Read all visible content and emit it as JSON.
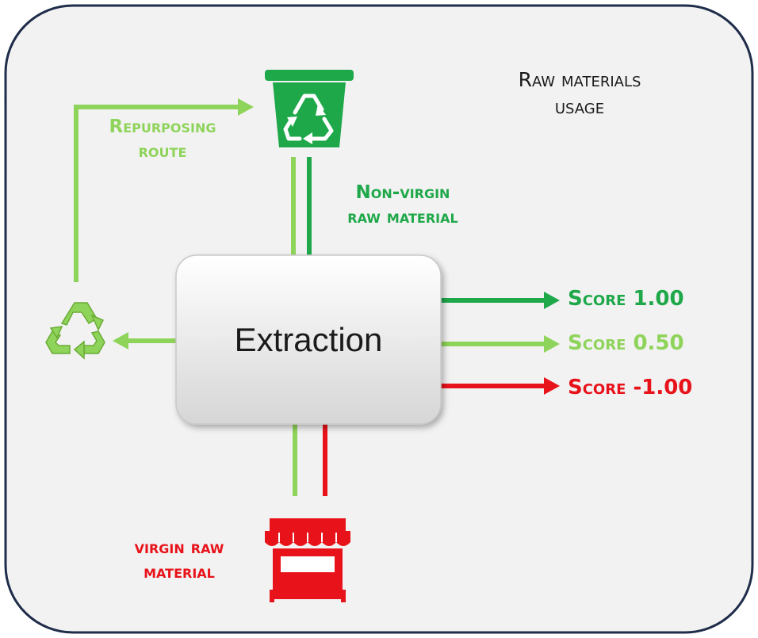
{
  "title": {
    "line1": "Raw materials",
    "line2": "usage"
  },
  "process": {
    "label": "Extraction"
  },
  "repurposing": {
    "line1": "Repurposing",
    "line2": "route"
  },
  "non_virgin": {
    "line1": "Non-virgin",
    "line2": "raw material"
  },
  "virgin": {
    "line1": "virgin raw",
    "line2": "material"
  },
  "scores": [
    {
      "label": "Score 1.00",
      "color": "#1fa84a"
    },
    {
      "label": "Score 0.50",
      "color": "#8fd45a"
    },
    {
      "label": "Score -1.00",
      "color": "#e8131a"
    }
  ],
  "colors": {
    "dark_green": "#1fa84a",
    "light_green": "#8fd45a",
    "red": "#e8131a",
    "panel": "#f2f2f2",
    "border": "#1f2d4a"
  },
  "icons": {
    "recycle_bin": "recycle-bin-icon",
    "recycle": "recycle-icon",
    "store": "store-icon"
  }
}
